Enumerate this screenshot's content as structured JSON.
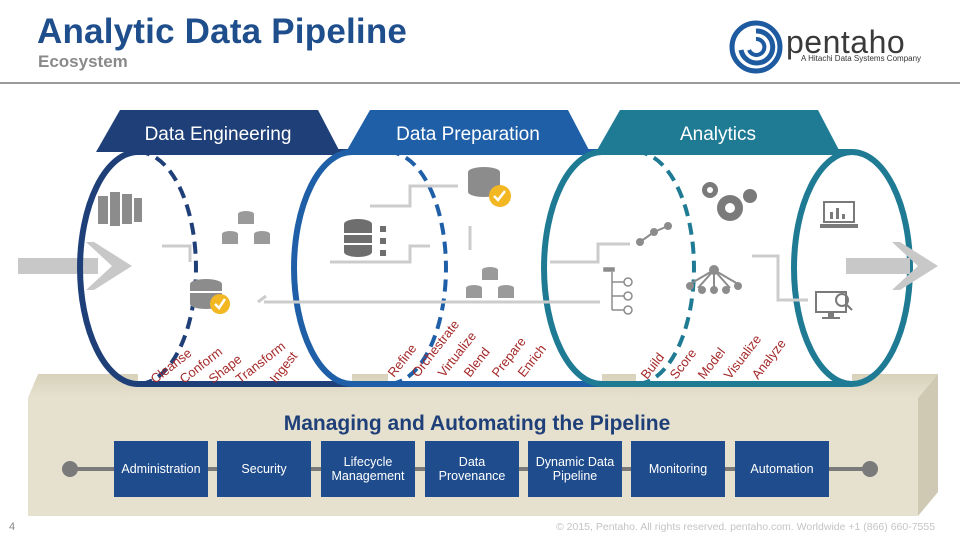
{
  "header": {
    "title": "Analytic Data Pipeline",
    "subtitle": "Ecosystem",
    "logo_word": "pentaho",
    "logo_tagline": "A Hitachi Data Systems Company"
  },
  "stages": [
    {
      "label": "Data Engineering",
      "steps": [
        "Cleanse",
        "Conform",
        "Shape",
        "Transform",
        "Ingest"
      ],
      "color": "#1f3f78"
    },
    {
      "label": "Data Preparation",
      "steps": [
        "Refine",
        "Orchestrate",
        "Virtualize",
        "Blend",
        "Prepare",
        "Enrich"
      ],
      "color": "#1f5fa8"
    },
    {
      "label": "Analytics",
      "steps": [
        "Build",
        "Score",
        "Model",
        "Visualize",
        "Analyze"
      ],
      "color": "#1f7a94"
    }
  ],
  "icons": [
    "server-rack-icon",
    "database-check-icon",
    "database-tree-icon",
    "database-flow-icon",
    "database-check-top-icon",
    "database-cluster-icon",
    "network-nodes-icon",
    "gears-icon",
    "list-tree-icon",
    "hub-icon",
    "dashboard-laptop-icon",
    "monitor-search-icon"
  ],
  "management": {
    "title": "Managing and Automating the Pipeline",
    "items": [
      "Administration",
      "Security",
      "Lifecycle Management",
      "Data Provenance",
      "Dynamic Data Pipeline",
      "Monitoring",
      "Automation"
    ]
  },
  "footer": {
    "page_number": "4",
    "copyright": "© 2015, Pentaho. All rights reserved. pentaho.com. Worldwide +1 (866) 660-7555"
  },
  "colors": {
    "title_blue": "#1f4e8c",
    "step_red": "#a52a2a",
    "box_blue": "#1f4c8c",
    "platform_beige": "#e6e1cf",
    "check_gold": "#f2b721"
  }
}
